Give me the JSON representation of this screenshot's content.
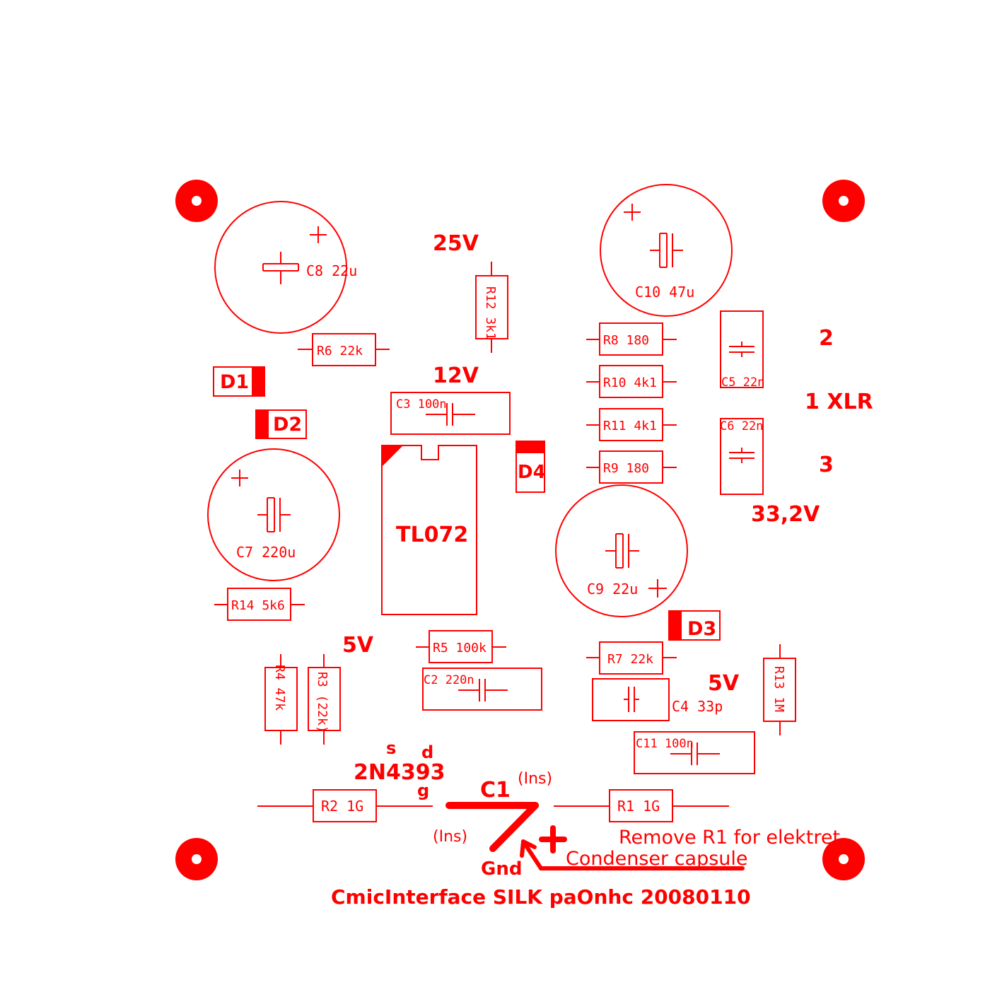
{
  "colors": {
    "silk": "#ff0000",
    "background": "#ffffff"
  },
  "voltages": {
    "v25": "25V",
    "v12": "12V",
    "v5_left": "5V",
    "v5_right": "5V",
    "v33": "33,2V"
  },
  "components": {
    "c8": "C8 22u",
    "c10": "C10 47u",
    "c7": "C7 220u",
    "c9": "C9 22u",
    "c3": "C3 100n",
    "c5": "C5 22n",
    "c6": "C6 22n",
    "c2": "C2 220n",
    "c4": "C4 33p",
    "c11": "C11 100n",
    "r6": "R6 22k",
    "r12": "R12 3k1",
    "r8": "R8 180",
    "r10": "R10 4k1",
    "r11": "R11 4k1",
    "r9": "R9 180",
    "r14": "R14  5k6",
    "r5": "R5 100k",
    "r7": "R7 22k",
    "r13": "R13 1M",
    "r4": "R4 47k",
    "r3": "R3 (22k)",
    "r2": "R2  1G",
    "r1": "R1  1G",
    "ic": "TL072",
    "d1": "D1",
    "d2": "D2",
    "d3": "D3",
    "d4": "D4"
  },
  "xlr": {
    "pin2": "2",
    "pin1": "1 XLR",
    "pin3": "3"
  },
  "jfet": {
    "s": "s",
    "d": "d",
    "g": "g",
    "part": "2N4393"
  },
  "capsule": {
    "c1": "C1",
    "ins_right": "(Ins)",
    "ins_left": "(Ins)",
    "gnd": "Gnd",
    "note_remove": "Remove R1 for elektret",
    "note_condenser": "Condenser capsule"
  },
  "footer": "CmicInterface SILK  paOnhc 20080110"
}
